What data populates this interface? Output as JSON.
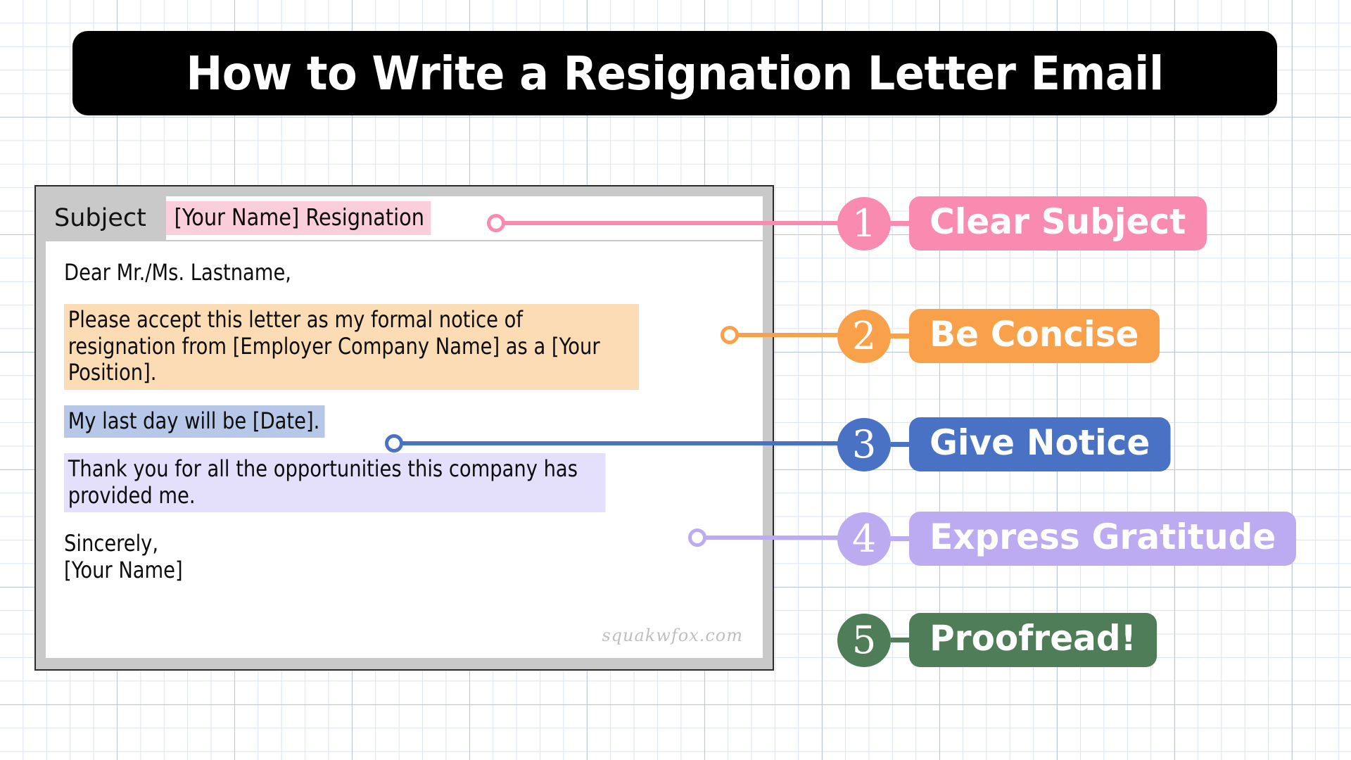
{
  "title": "How to Write a Resignation Letter Email",
  "email": {
    "subject_label": "Subject",
    "subject_value": "[Your Name] Resignation",
    "greeting": "Dear Mr./Ms. Lastname,",
    "paragraph_notice": "Please accept this letter as my formal notice of resignation from [Employer Company Name] as a [Your Position].",
    "paragraph_lastday": "My last day will be [Date].",
    "paragraph_thanks": "Thank you for all the opportunities this company has provided me.",
    "closing": "Sincerely,",
    "signature": "[Your Name]",
    "watermark": "squakwfox.com"
  },
  "steps": [
    {
      "number": "1",
      "label": "Clear Subject",
      "color": "#f98ab0"
    },
    {
      "number": "2",
      "label": "Be Concise",
      "color": "#f9a04b"
    },
    {
      "number": "3",
      "label": "Give Notice",
      "color": "#4a72c4"
    },
    {
      "number": "4",
      "label": "Express Gratitude",
      "color": "#bcabf0"
    },
    {
      "number": "5",
      "label": "Proofread!",
      "color": "#4f7d57"
    }
  ],
  "colors": {
    "banner_bg": "#000000",
    "banner_text": "#ffffff",
    "grid_line": "#dbe4f0",
    "grid_line_major": "#b9c6dd",
    "panel_frame": "#c9c9c9",
    "panel_border": "#2b2b2b",
    "highlight_subject": "#fbcedb",
    "highlight_notice": "#fbdcb4",
    "highlight_lastday": "#b6c7e8",
    "highlight_thanks": "#e4dffb"
  }
}
